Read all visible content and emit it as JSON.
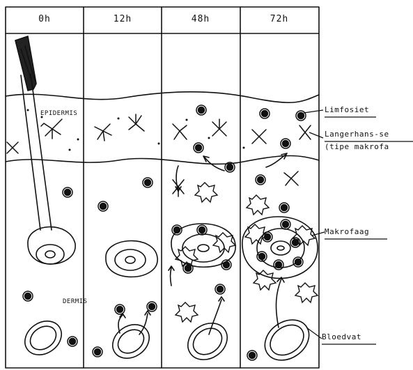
{
  "columns": [
    "0h",
    "12h",
    "48h",
    "72h"
  ],
  "layers": {
    "epidermis": "EPIDERMIS",
    "dermis": "DERMIS"
  },
  "labels": {
    "lymphocyte": "Limfosiet",
    "langerhans_1": "Langerhans-se",
    "langerhans_2": "(tipe makrofa",
    "macrophage": "Makrofaag",
    "blood_vessel": "Bloedvat"
  },
  "colors": {
    "ink": "#111111",
    "background": "#ffffff"
  }
}
